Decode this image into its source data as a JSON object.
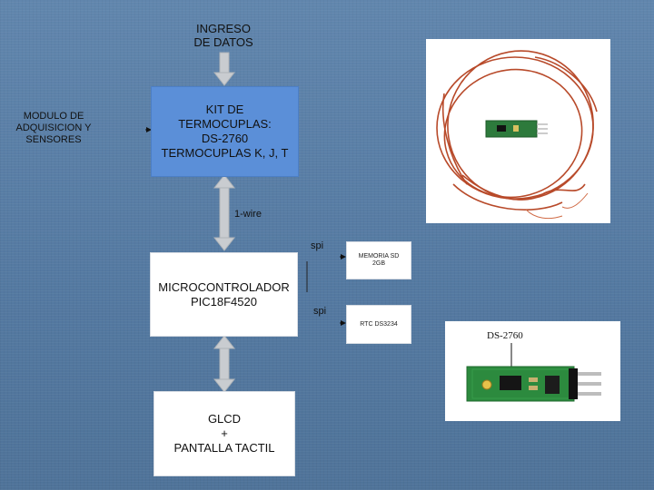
{
  "diagram": {
    "ingreso": "INGRESO\nDE DATOS",
    "modulo": "MODULO DE\nADQUISICION Y\nSENSORES",
    "kit": "KIT DE\nTERMOCUPLAS:\nDS-2760\nTERMOCUPLAS K, J, T",
    "one_wire": "1-wire",
    "micro": "MICROCONTROLADOR\nPIC18F4520",
    "spi_top": "spi",
    "spi_bottom": "spi",
    "memoria": "MEMORIA SD\n2GB",
    "rtc": "RTC DS3234",
    "glcd": "GLCD\n+\nPANTALLA TACTIL",
    "photo_label": "DS-2760"
  },
  "colors": {
    "background": "#5b7fa6",
    "kit_box": "#5b8fd8",
    "arrow": "#c8c8c8"
  }
}
